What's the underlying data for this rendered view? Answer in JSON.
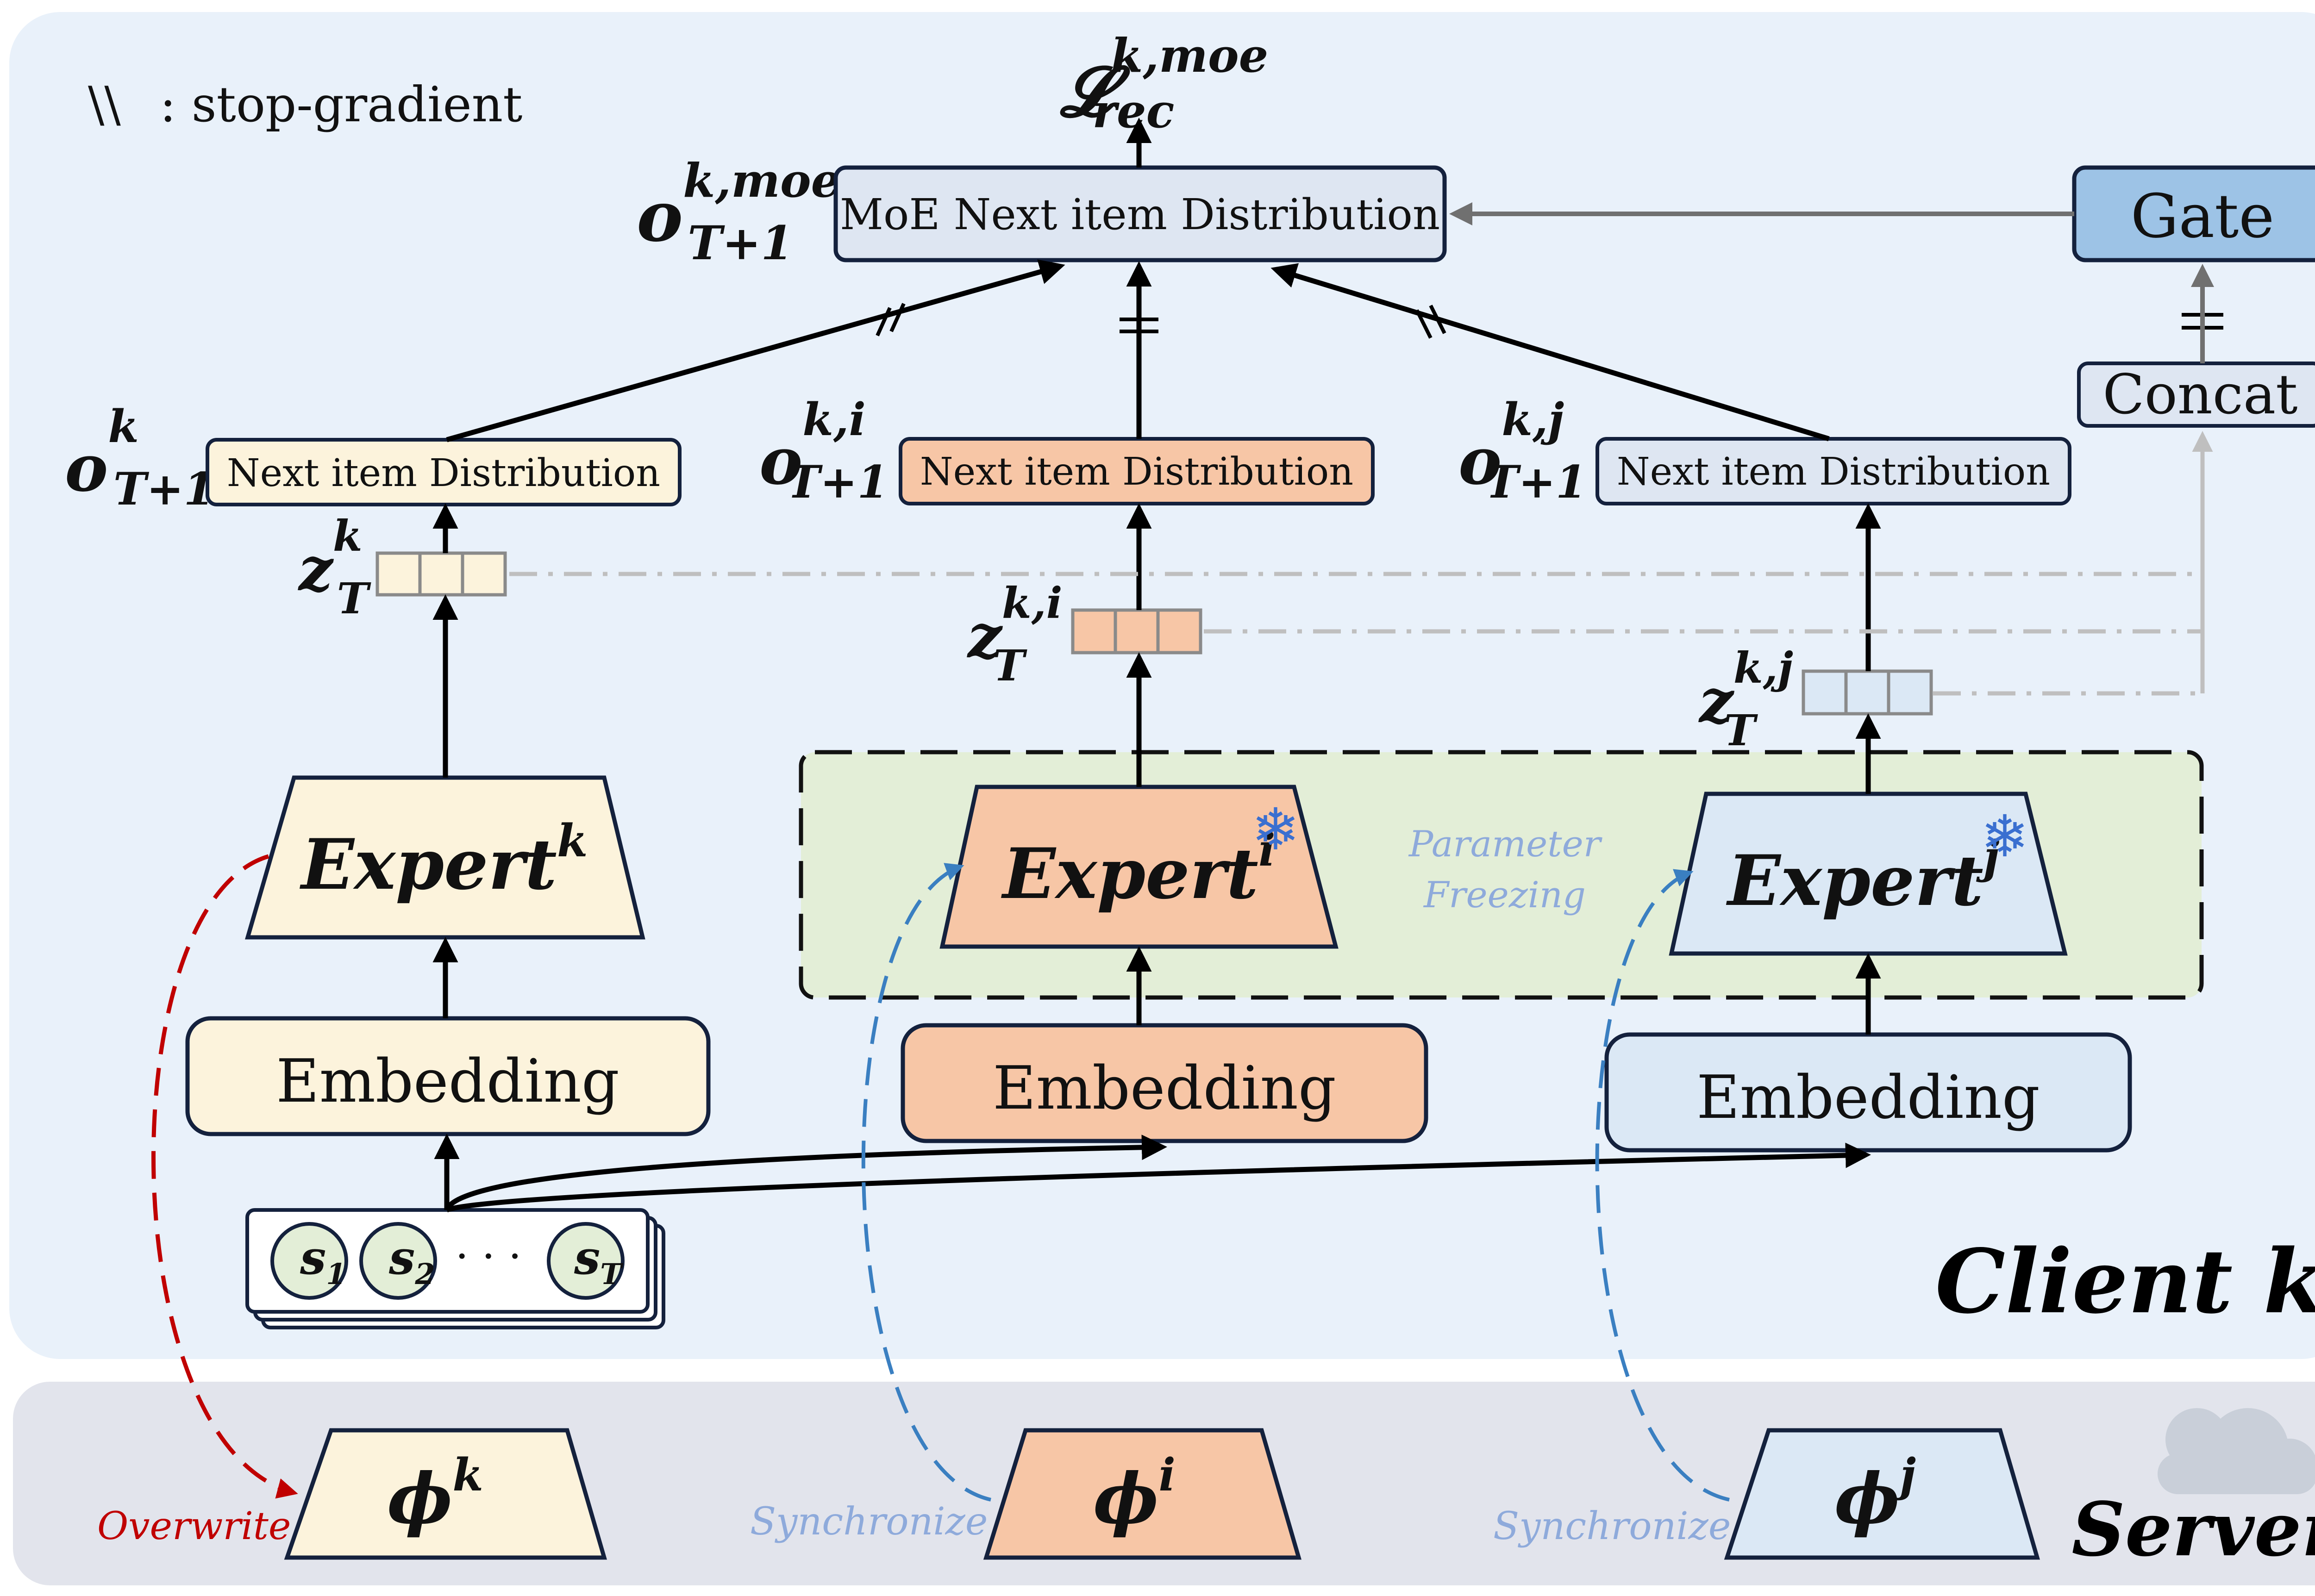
{
  "legend": {
    "symbol": "\\\\",
    "text": ": stop-gradient"
  },
  "loss": {
    "base": "𝓛",
    "sup": "k,moe",
    "sub": "rec"
  },
  "moe_output": {
    "base": "o",
    "sup": "k,moe",
    "sub": "T+1",
    "label": "MoE Next item Distribution"
  },
  "gate": {
    "label": "Gate"
  },
  "concat": {
    "label": "Concat"
  },
  "outputs": [
    {
      "base": "o",
      "sup": "k",
      "sub": "T+1",
      "label": "Next item Distribution"
    },
    {
      "base": "o",
      "sup": "k,i",
      "sub": "T+1",
      "label": "Next item Distribution"
    },
    {
      "base": "o",
      "sup": "k,j",
      "sub": "T+1",
      "label": "Next item Distribution"
    }
  ],
  "latents": [
    {
      "base": "z",
      "sup": "k",
      "sub": "T"
    },
    {
      "base": "z",
      "sup": "k,i",
      "sub": "T"
    },
    {
      "base": "z",
      "sup": "k,j",
      "sub": "T"
    }
  ],
  "experts": [
    {
      "base": "Expert",
      "sup": "k"
    },
    {
      "base": "Expert",
      "sup": "i"
    },
    {
      "base": "Expert",
      "sup": "j"
    }
  ],
  "freeze_label": {
    "line1": "Parameter",
    "line2": "Freezing"
  },
  "embeddings": [
    {
      "label": "Embedding"
    },
    {
      "label": "Embedding"
    },
    {
      "label": "Embedding"
    }
  ],
  "sequence": {
    "items": [
      {
        "base": "s",
        "sub": "1"
      },
      {
        "base": "s",
        "sub": "2"
      },
      {
        "base": "s",
        "sub": "T"
      }
    ],
    "ellipsis": "· · ·"
  },
  "client_label": "Client k",
  "server_label": "Server",
  "server_params": [
    {
      "base": "ϕ",
      "sup": "k"
    },
    {
      "base": "ϕ",
      "sup": "i"
    },
    {
      "base": "ϕ",
      "sup": "j"
    }
  ],
  "sync_labels": [
    "Overwrite",
    "Synchronize",
    "Synchronize"
  ],
  "colors": {
    "client_bg": "#e9f1fa",
    "server_bg": "#e2e4ec",
    "freeze_bg": "#e3eed7",
    "client_k": "#fcf3dc",
    "client_i": "#f7c6a6",
    "client_j": "#dbe8f5",
    "moe_box": "#dee6f2",
    "gate": "#9dc3e6",
    "box_stroke": "#14213d",
    "overwrite": "#c00000",
    "synchronize": "#3a7fc1",
    "snowflake": "#3a6fd0",
    "dashdot": "#bfbfbf"
  }
}
